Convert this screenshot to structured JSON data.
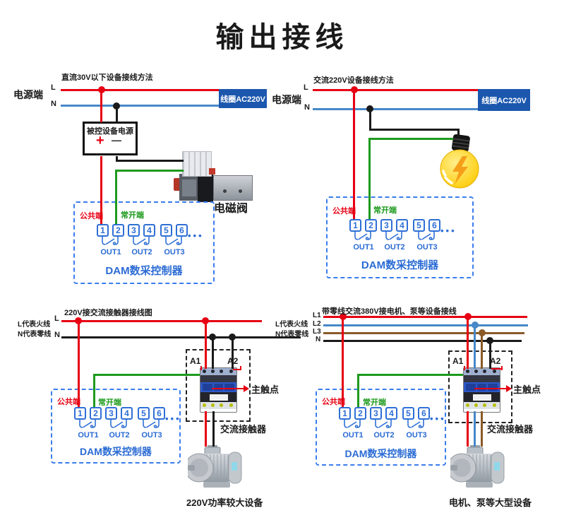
{
  "title": "输出接线",
  "shared": {
    "power_side": "电源端",
    "coil_label": "线圈AC220V",
    "common": "公共端",
    "normally_open": "常开端",
    "dam_name": "DAM数采控制器",
    "outs": [
      "OUT1",
      "OUT2",
      "OUT3"
    ],
    "terminals": [
      "1",
      "2",
      "3",
      "4",
      "5",
      "6"
    ],
    "dots": "•••",
    "l_label": "L",
    "n_label": "N",
    "l1": "L1",
    "l2": "L2",
    "l3": "L3",
    "a1": "A1",
    "a2": "A2",
    "main_contact": "主触点",
    "ac_contactor": "交流接触器",
    "live_note": "L代表火线",
    "neutral_note": "N代表零线"
  },
  "diagram_dc30": {
    "title": "直流30V以下设备接线方法",
    "device_power": "被控设备电源",
    "plus": "+",
    "minus": "—",
    "valve_label": "电磁阀"
  },
  "diagram_ac220": {
    "title": "交流220V设备接线方法"
  },
  "diagram_contactor_220v": {
    "title": "220V接交流接触器接线图",
    "load_label": "220V功率较大设备"
  },
  "diagram_380v": {
    "title": "带零线交流380V接电机、泵等设备接线",
    "load_label": "电机、泵等大型设备"
  },
  "colors": {
    "wire_live": "#e60012",
    "wire_neutral_blue": "#4788c8",
    "wire_neutral_black": "#1a1a1a",
    "wire_signal_green": "#1d9a1d",
    "wire_l3_brown": "#8a5a28",
    "coil_box_bg": "#1c57ae",
    "dam_border": "#3b7dee",
    "dam_text": "#2a6bd4",
    "terminal_blue": "#2e6fd6"
  }
}
